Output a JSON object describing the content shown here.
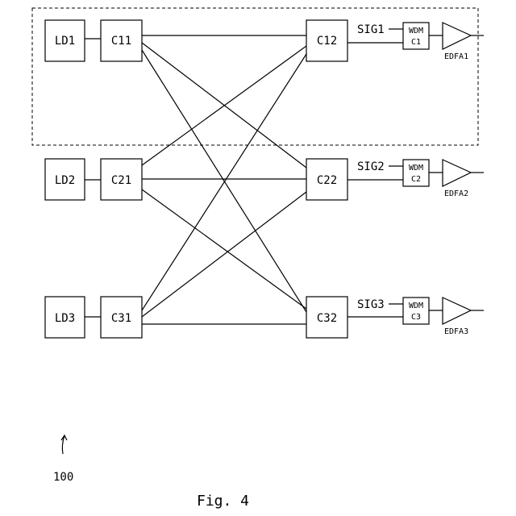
{
  "diagram": {
    "sources": [
      {
        "ld": "LD1",
        "coupler": "C11"
      },
      {
        "ld": "LD2",
        "coupler": "C21"
      },
      {
        "ld": "LD3",
        "coupler": "C31"
      }
    ],
    "outputs": [
      {
        "coupler": "C12",
        "signal": "SIG1",
        "wdm_top": "WDM",
        "wdm_bottom": "C1",
        "amp": "EDFA1"
      },
      {
        "coupler": "C22",
        "signal": "SIG2",
        "wdm_top": "WDM",
        "wdm_bottom": "C2",
        "amp": "EDFA2"
      },
      {
        "coupler": "C32",
        "signal": "SIG3",
        "wdm_top": "WDM",
        "wdm_bottom": "C3",
        "amp": "EDFA3"
      }
    ],
    "reference_numeral": "100",
    "figure_caption": "Fig. 4"
  }
}
